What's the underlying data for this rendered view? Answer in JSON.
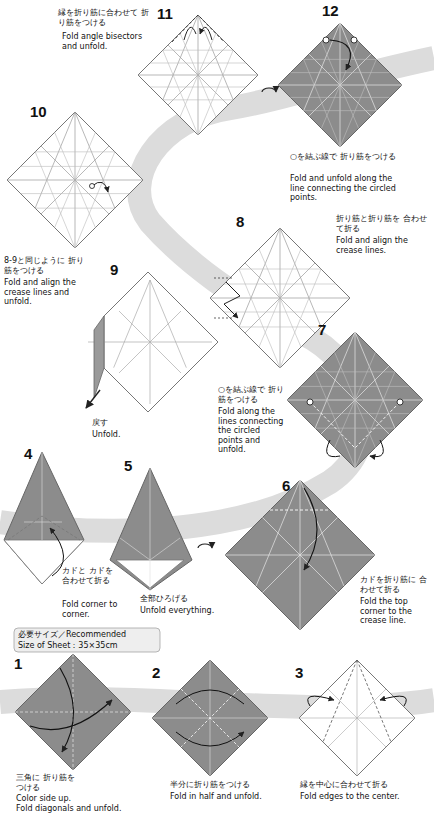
{
  "diagram": {
    "labels": [
      "11",
      "縁を折り筋に合わせて 折り筋をつける",
      "Fold angle bisectors and unfold.",
      "12",
      "○を結ぶ線で 折り筋をつける",
      "Fold and unfold along the line connecting the circled points.",
      "10",
      "8-9と同じように 折り筋をつける",
      "Fold and align the crease lines and unfold.",
      "8",
      "折り筋と折り筋を 合わせて折る",
      "Fold and align the crease lines.",
      "9",
      "戻す",
      "Unfold.",
      "7",
      "○を結ぶ線で 折り筋をつける",
      "Fold along the lines connecting the circled points and unfold.",
      "4",
      "カドと カドを 合わせて折る",
      "Fold corner to corner.",
      "5",
      "全部ひろげる",
      "Unfold everything.",
      "6",
      "カドを折り筋に 合わせて折る",
      "Fold the top corner to the crease line.",
      "必要サイズ／Recommended",
      "Size of Sheet：35×35cm",
      "1",
      "三角に 折り筋をつける",
      "Color side up.",
      "Fold diagonals and unfold.",
      "2",
      "半分に折り筋をつける",
      "Fold in half and unfold.",
      "3",
      "縁を中心に合わせて折る",
      "Fold edges to the center."
    ]
  }
}
